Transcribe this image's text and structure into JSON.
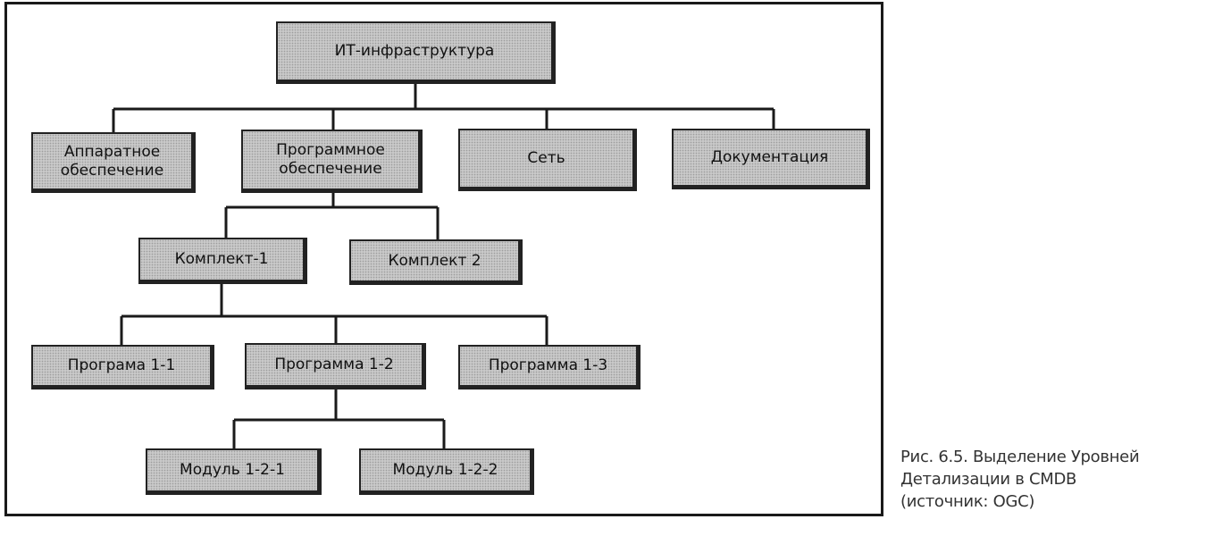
{
  "diagram": {
    "root": "ИТ-инфраструктура",
    "level1": {
      "hardware": "Аппаратное обеспечение",
      "software": "Программное обеспечение",
      "network": "Сеть",
      "documentation": "Документация"
    },
    "level2": {
      "set1": "Комплект-1",
      "set2": "Комплект 2"
    },
    "level3": {
      "prog11": "Програма 1-1",
      "prog12": "Программа 1-2",
      "prog13": "Программа 1-3"
    },
    "level4": {
      "mod121": "Модуль 1-2-1",
      "mod122": "Модуль 1-2-2"
    }
  },
  "caption": {
    "line1": "Рис. 6.5. Выделение Уровней",
    "line2": "Детализации в CMDB",
    "line3": "(источник: OGC)"
  }
}
